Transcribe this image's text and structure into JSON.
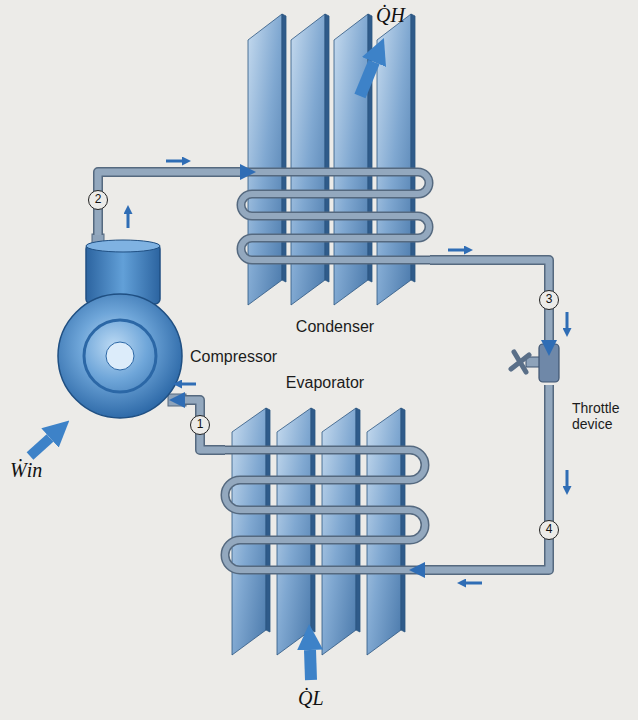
{
  "diagram": {
    "nodes": [
      {
        "text": [
          "Condenser"
        ]
      },
      {
        "text": [
          "Compressor"
        ]
      },
      {
        "text": [
          "Evaporator"
        ]
      },
      {
        "text": [
          "Throttle device"
        ]
      }
    ],
    "edges": [
      {
        "from": 1,
        "to": 0,
        "arrow": "to",
        "label": "2"
      },
      {
        "from": 0,
        "to": 3,
        "arrow": "to",
        "label": "3"
      },
      {
        "from": 3,
        "to": 2,
        "arrow": "to",
        "label": "4"
      },
      {
        "from": 2,
        "to": 1,
        "arrow": "to",
        "label": "1"
      }
    ],
    "labels": [
      "Q̇H",
      "Ẇin",
      "Q̇L"
    ]
  }
}
